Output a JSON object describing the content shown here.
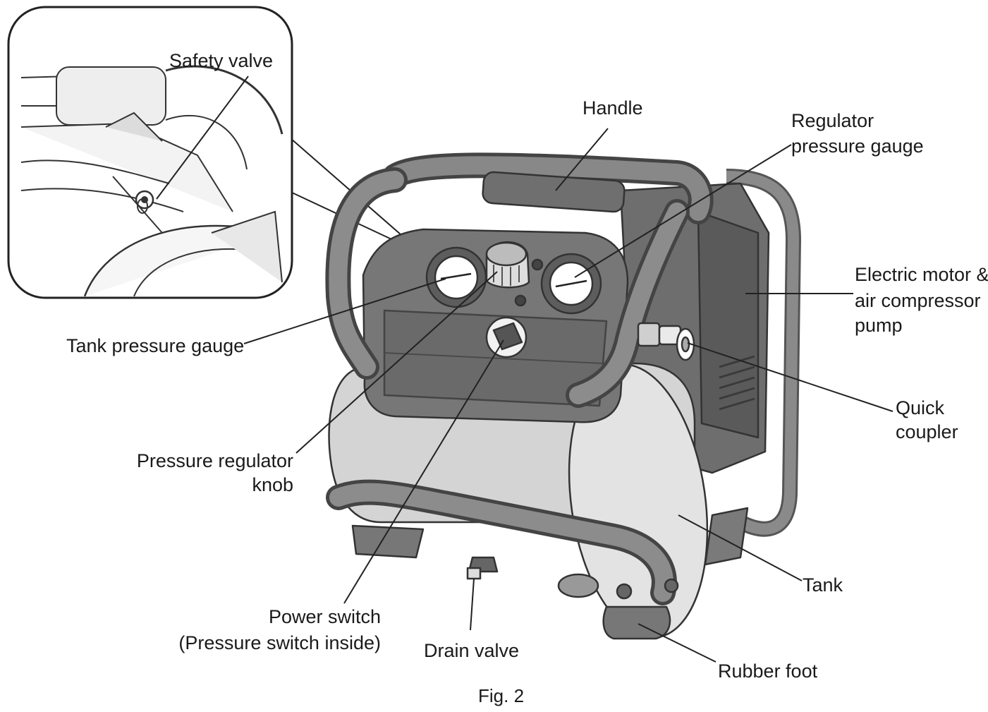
{
  "figure": {
    "caption": "Fig. 2",
    "inset_label": "Safety valve",
    "labels": {
      "handle": "Handle",
      "regulator_gauge": [
        "Regulator",
        "pressure gauge"
      ],
      "motor": [
        "Electric motor &",
        "air compressor",
        "pump"
      ],
      "tank_gauge": "Tank pressure gauge",
      "quick_coupler": [
        "Quick",
        "coupler"
      ],
      "regulator_knob": [
        "Pressure regulator",
        "knob"
      ],
      "tank": "Tank",
      "power_switch": [
        "Power switch",
        "(Pressure switch inside)"
      ],
      "drain_valve": "Drain valve",
      "rubber_foot": "Rubber foot"
    }
  }
}
